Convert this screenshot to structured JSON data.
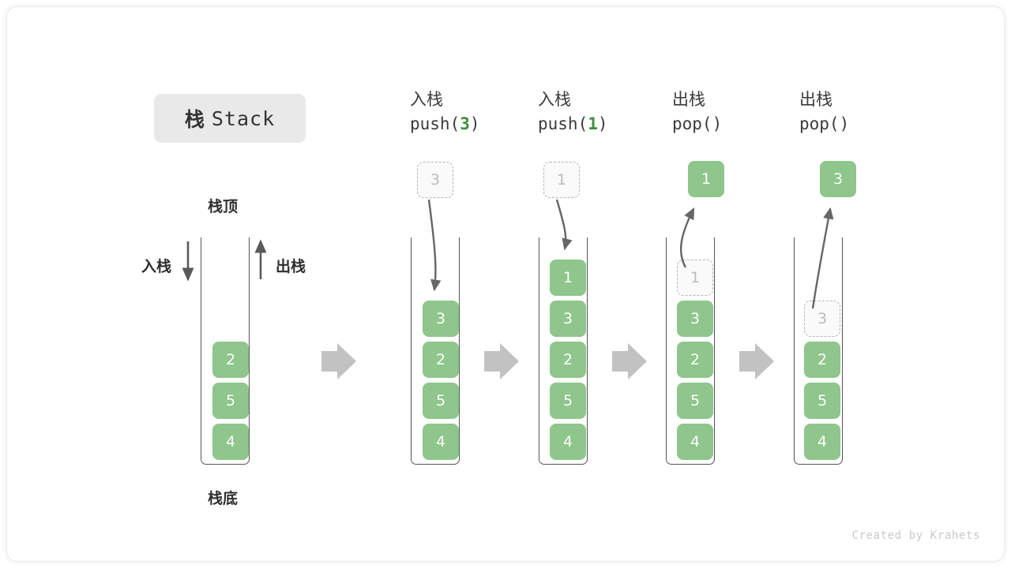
{
  "title": {
    "cn": "栈",
    "en": "Stack"
  },
  "labels": {
    "top": "栈顶",
    "bottom": "栈底",
    "push": "入栈",
    "pop": "出栈"
  },
  "watermark": "Created by Krahets",
  "colors": {
    "element_green": "#8ec68b",
    "arg_green": "#3e8e41",
    "ghost_border": "#b6b6b6",
    "ghost_fill": "#fafafa",
    "ghost_text": "#bbbbbb",
    "stack_border": "#555555",
    "flow_arrow": "#c2c2c2",
    "curve_arrow": "#666666",
    "chip_bg": "#e9e9e9",
    "text_dark": "#333333"
  },
  "columns": [
    {
      "id": "initial",
      "header_line1": "",
      "header_line2_prefix": "",
      "header_arg": "",
      "header_line2_suffix": "",
      "incoming": null,
      "outgoing": null,
      "cells": [
        {
          "value": "2",
          "state": "solid"
        },
        {
          "value": "5",
          "state": "solid"
        },
        {
          "value": "4",
          "state": "solid"
        }
      ]
    },
    {
      "id": "push-3",
      "header_line1": "入栈",
      "header_line2_prefix": "push(",
      "header_arg": "3",
      "header_line2_suffix": ")",
      "incoming": {
        "value": "3",
        "state": "ghost"
      },
      "outgoing": null,
      "cells": [
        {
          "value": "3",
          "state": "solid"
        },
        {
          "value": "2",
          "state": "solid"
        },
        {
          "value": "5",
          "state": "solid"
        },
        {
          "value": "4",
          "state": "solid"
        }
      ]
    },
    {
      "id": "push-1",
      "header_line1": "入栈",
      "header_line2_prefix": "push(",
      "header_arg": "1",
      "header_line2_suffix": ")",
      "incoming": {
        "value": "1",
        "state": "ghost"
      },
      "outgoing": null,
      "cells": [
        {
          "value": "1",
          "state": "solid"
        },
        {
          "value": "3",
          "state": "solid"
        },
        {
          "value": "2",
          "state": "solid"
        },
        {
          "value": "5",
          "state": "solid"
        },
        {
          "value": "4",
          "state": "solid"
        }
      ]
    },
    {
      "id": "pop-1",
      "header_line1": "出栈",
      "header_line2_prefix": "pop(",
      "header_arg": "",
      "header_line2_suffix": ")",
      "incoming": null,
      "outgoing": {
        "value": "1",
        "state": "solid"
      },
      "cells": [
        {
          "value": "1",
          "state": "ghost"
        },
        {
          "value": "3",
          "state": "solid"
        },
        {
          "value": "2",
          "state": "solid"
        },
        {
          "value": "5",
          "state": "solid"
        },
        {
          "value": "4",
          "state": "solid"
        }
      ]
    },
    {
      "id": "pop-3",
      "header_line1": "出栈",
      "header_line2_prefix": "pop(",
      "header_arg": "",
      "header_line2_suffix": ")",
      "incoming": null,
      "outgoing": {
        "value": "3",
        "state": "solid"
      },
      "cells": [
        {
          "value": "",
          "state": "empty"
        },
        {
          "value": "3",
          "state": "ghost"
        },
        {
          "value": "2",
          "state": "solid"
        },
        {
          "value": "5",
          "state": "solid"
        },
        {
          "value": "4",
          "state": "solid"
        }
      ]
    }
  ],
  "flow_arrows": [
    {
      "id": "flow-1"
    },
    {
      "id": "flow-2"
    },
    {
      "id": "flow-3"
    },
    {
      "id": "flow-4"
    }
  ]
}
